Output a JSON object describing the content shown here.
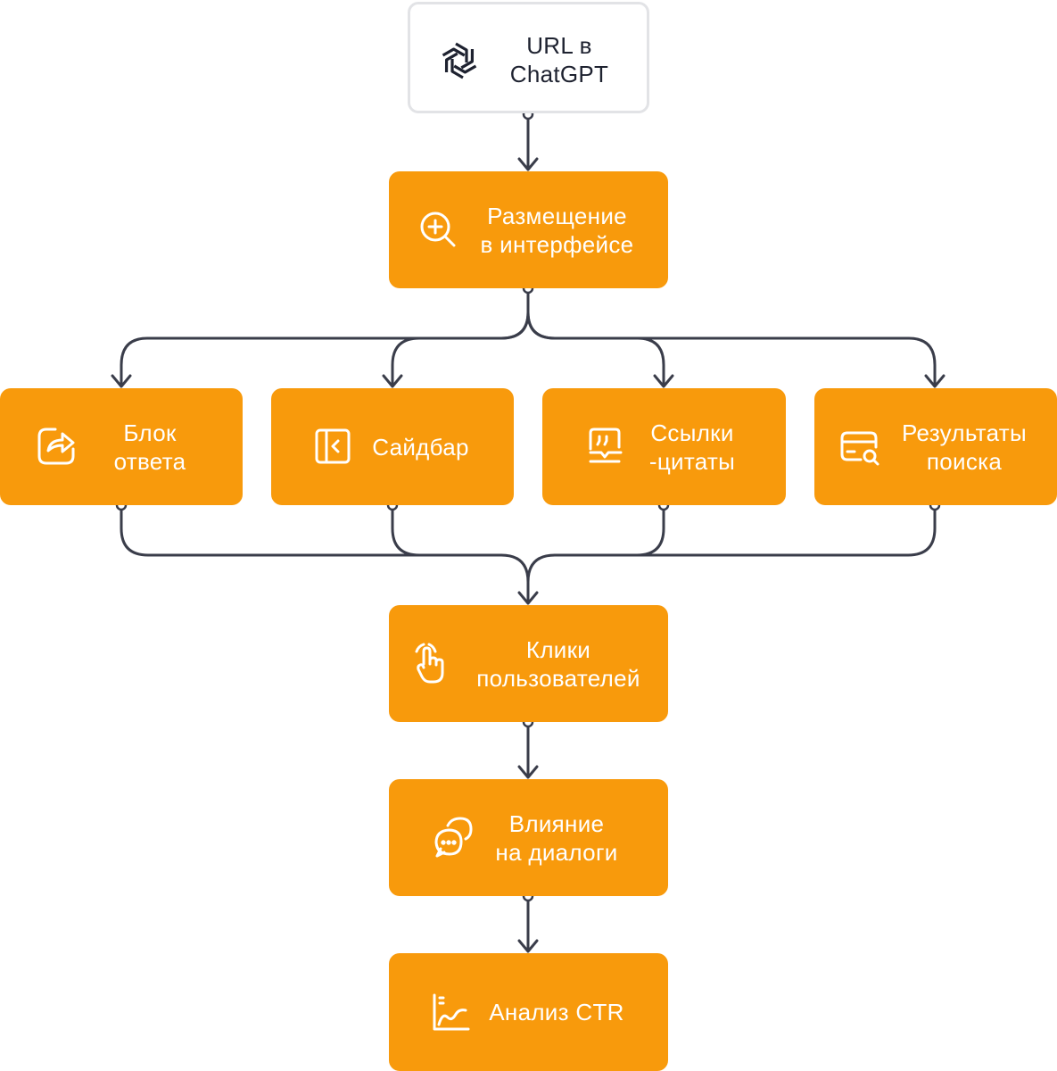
{
  "colors": {
    "node_fill": "#f89a0c",
    "start_node_fill": "#ffffff",
    "start_node_border": "#e2e3e6",
    "connector": "#3a3d4a",
    "text_on_orange": "#ffffff",
    "text_dark": "#1e2230"
  },
  "nodes": {
    "url": {
      "line1": "URL в",
      "line2": "ChatGPT",
      "icon": "openai-logo-icon"
    },
    "placement": {
      "line1": "Размещение",
      "line2": "в интерфейсе",
      "icon": "zoom-in-icon"
    },
    "answer_block": {
      "line1": "Блок",
      "line2": "ответа",
      "icon": "share-arrow-icon"
    },
    "sidebar": {
      "line1": "Сайдбар",
      "icon": "sidebar-panel-icon"
    },
    "citations": {
      "line1": "Ссылки",
      "line2": "-цитаты",
      "icon": "quote-message-icon"
    },
    "search_results": {
      "line1": "Результаты",
      "line2": "поиска",
      "icon": "card-search-icon"
    },
    "user_clicks": {
      "line1": "Клики",
      "line2": "пользователей",
      "icon": "pointer-hand-icon"
    },
    "dialog_impact": {
      "line1": "Влияние",
      "line2": "на диалоги",
      "icon": "chat-bubbles-icon"
    },
    "ctr_analysis": {
      "line1": "Анализ CTR",
      "icon": "line-chart-icon"
    }
  }
}
